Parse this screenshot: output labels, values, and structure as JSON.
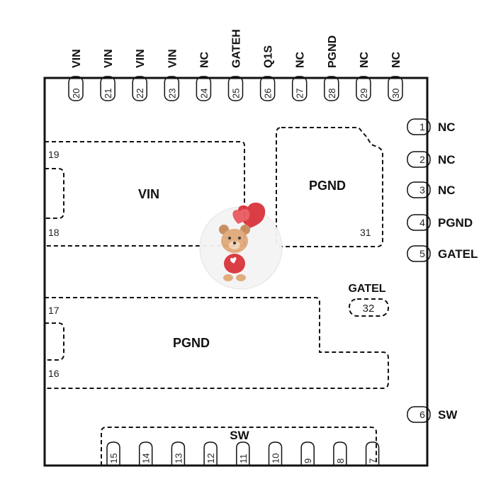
{
  "top_pins": [
    {
      "number": "20",
      "name": "VIN"
    },
    {
      "number": "21",
      "name": "VIN"
    },
    {
      "number": "22",
      "name": "VIN"
    },
    {
      "number": "23",
      "name": "VIN"
    },
    {
      "number": "24",
      "name": "NC"
    },
    {
      "number": "25",
      "name": "GATEH"
    },
    {
      "number": "26",
      "name": "Q1S"
    },
    {
      "number": "27",
      "name": "NC"
    },
    {
      "number": "28",
      "name": "PGND"
    },
    {
      "number": "29",
      "name": "NC"
    },
    {
      "number": "30",
      "name": "NC"
    }
  ],
  "right_pins": [
    {
      "number": "1",
      "name": "NC"
    },
    {
      "number": "2",
      "name": "NC"
    },
    {
      "number": "3",
      "name": "NC"
    },
    {
      "number": "4",
      "name": "PGND"
    },
    {
      "number": "5",
      "name": "GATEL"
    },
    {
      "number": "6",
      "name": "SW"
    }
  ],
  "bottom_pins": [
    "15",
    "14",
    "13",
    "12",
    "11",
    "10",
    "9",
    "8",
    "7"
  ],
  "pads": {
    "vin": {
      "label": "VIN",
      "pin_top": "19",
      "pin_bottom": "18"
    },
    "pgnd_top": {
      "label": "PGND",
      "pin": "31"
    },
    "gatel": {
      "label": "GATEL",
      "pin": "32"
    },
    "pgnd_main": {
      "label": "PGND",
      "pin_top": "17",
      "pin_bottom": "16"
    },
    "sw": {
      "label": "SW"
    }
  },
  "colors": {
    "line": "#111111",
    "heart": "#d9333a",
    "bear": "#e0a878"
  },
  "icons": {
    "watermark": "teddy-bear-heart-balloon-icon"
  }
}
